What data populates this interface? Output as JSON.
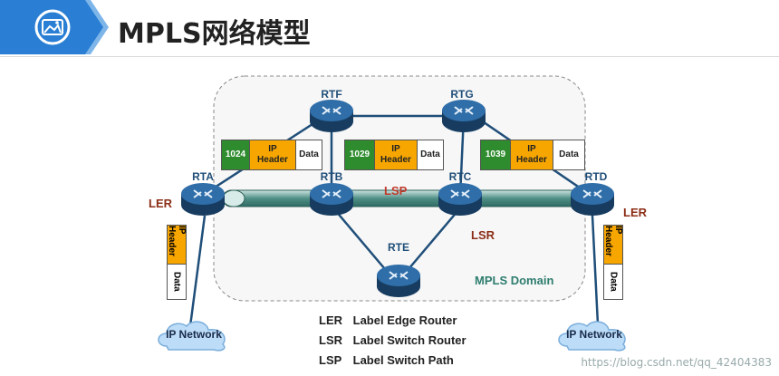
{
  "title": "MPLS网络模型",
  "routers": {
    "rtf": "RTF",
    "rtg": "RTG",
    "rta": "RTA",
    "rtb": "RTB",
    "rtc": "RTC",
    "rtd": "RTD",
    "rte": "RTE"
  },
  "roles": {
    "ler_left": "LER",
    "ler_right": "LER",
    "lsp": "LSP",
    "lsr": "LSR",
    "domain": "MPLS Domain"
  },
  "packets": [
    {
      "label": "1024",
      "ip": "IP\nHeader",
      "data": "Data"
    },
    {
      "label": "1029",
      "ip": "IP\nHeader",
      "data": "Data"
    },
    {
      "label": "1039",
      "ip": "IP\nHeader",
      "data": "Data"
    }
  ],
  "vpackets": {
    "left": {
      "ip": "IP Header",
      "data": "Data"
    },
    "right": {
      "ip": "IP Header",
      "data": "Data"
    }
  },
  "clouds": {
    "left": "IP Network",
    "right": "IP Network"
  },
  "legend": [
    {
      "abbr": "LER",
      "text": "Label Edge Router"
    },
    {
      "abbr": "LSR",
      "text": "Label Switch Router"
    },
    {
      "abbr": "LSP",
      "text": "Label Switch Path"
    }
  ],
  "watermark": "https://blog.csdn.net/qq_42404383",
  "colors": {
    "router": "#1f4e79",
    "tunnel": "#4a8f84",
    "label_bg": "#2e8b2e",
    "ip_header_bg": "#f7a600",
    "ler_text": "#8b2e16",
    "lsp_text": "#c0392b",
    "domain_text": "#2e7d6f",
    "banner": "#2a7fd4"
  },
  "icons": {
    "banner": "image-icon",
    "router": "router-icon",
    "cloud": "cloud-icon"
  }
}
